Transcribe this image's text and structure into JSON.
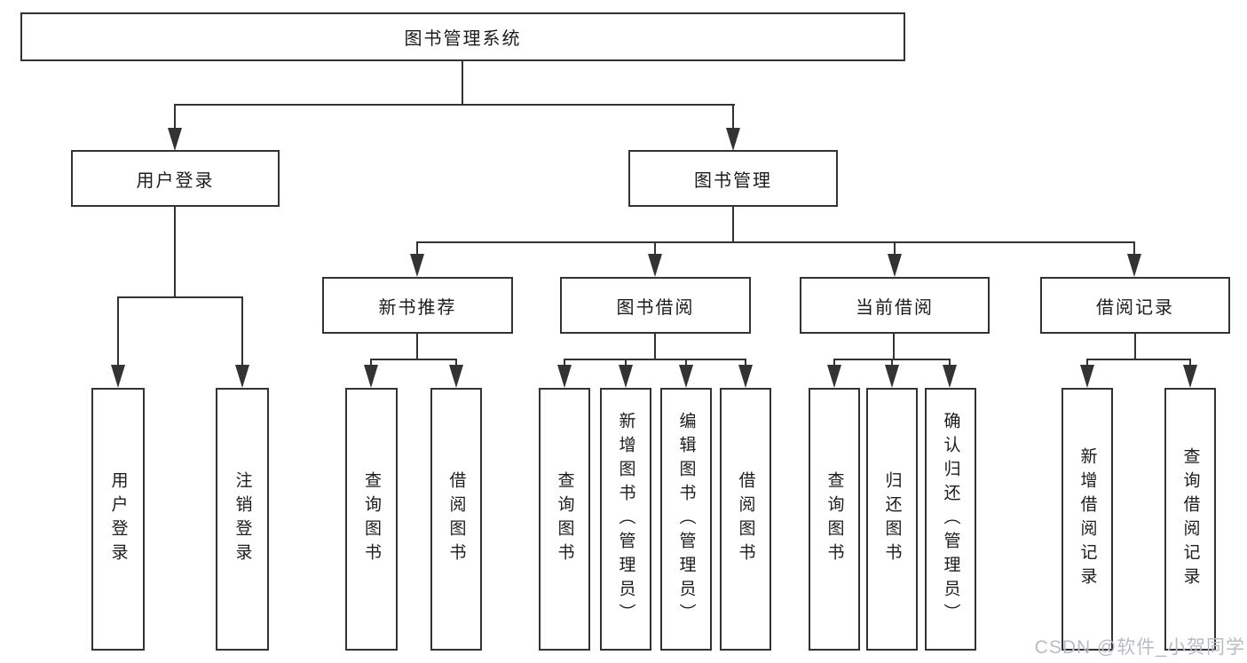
{
  "page": {
    "watermark": "CSDN @软件_小贺同学"
  },
  "colors": {
    "line": "#333333",
    "box_background": "#ffffff",
    "text": "#1c1c1c",
    "watermark": "#b8bcc2"
  },
  "tree": {
    "root": {
      "label": "图书管理系统"
    },
    "user_login": {
      "label": "用户登录",
      "children": [
        {
          "label": "用户登录"
        },
        {
          "label": "注销登录"
        }
      ]
    },
    "book_management": {
      "label": "图书管理",
      "sections": [
        {
          "label": "新书推荐",
          "children": [
            {
              "label": "查询图书"
            },
            {
              "label": "借阅图书"
            }
          ]
        },
        {
          "label": "图书借阅",
          "children": [
            {
              "label": "查询图书"
            },
            {
              "label": "新增图书（管理员）"
            },
            {
              "label": "编辑图书（管理员）"
            },
            {
              "label": "借阅图书"
            }
          ]
        },
        {
          "label": "当前借阅",
          "children": [
            {
              "label": "查询图书"
            },
            {
              "label": "归还图书"
            },
            {
              "label": "确认归还（管理员）"
            }
          ]
        },
        {
          "label": "借阅记录",
          "children": [
            {
              "label": "新增借阅记录"
            },
            {
              "label": "查询借阅记录"
            }
          ]
        }
      ]
    }
  }
}
